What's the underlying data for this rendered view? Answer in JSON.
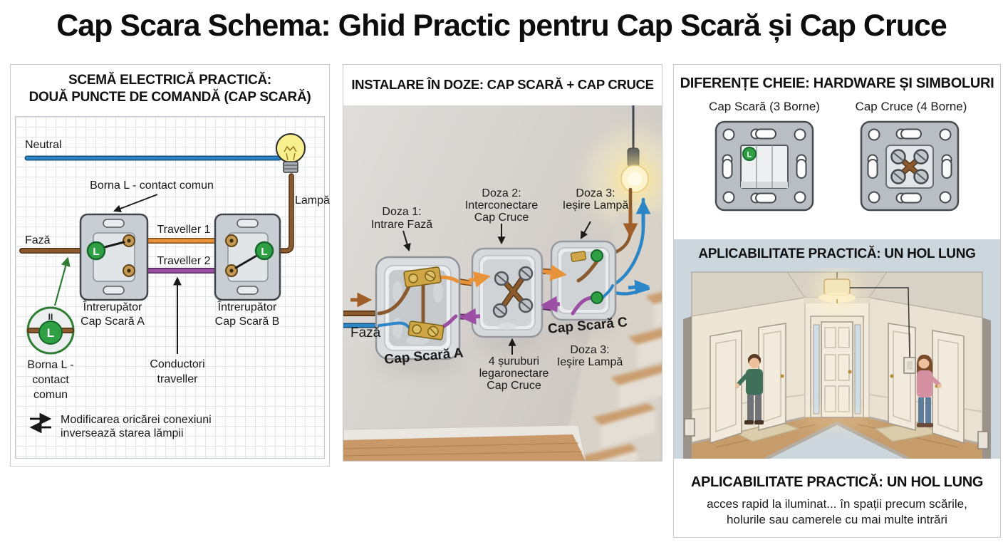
{
  "page": {
    "title": "Cap Scara Schema: Ghid Practic pentru Cap Scară și Cap Cruce"
  },
  "colors": {
    "wire-neutral": "#2b86c8",
    "wire-faza": "#8a5a2e",
    "wire-traveller1": "#e8923a",
    "wire-traveller2": "#9d4fa5",
    "terminal-green": "#2ea043",
    "bulb-yellow": "#f8ef8e",
    "panel-border": "#c9c9c9",
    "grid-line": "#e2e6e9",
    "hall-bg": "#ccd6dd",
    "wood": "#c79c6b"
  },
  "left_panel": {
    "title": "SCEMĂ ELECTRICĂ PRACTICĂ:\nDOUĂ PUNCTE DE COMANDĂ (CAP SCARĂ)",
    "neutral": "Neutral",
    "borna_top": "Borna L - contact comun",
    "lampa": "Lampă",
    "faza": "Fază",
    "traveller1": "Traveller 1",
    "traveller2": "Traveller 2",
    "switch_a": "Întrerupător\nCap Scară A",
    "switch_b": "Întrerupător\nCap Scară B",
    "l": "L",
    "detail_mark": "II",
    "borna_detail": "Borna L -\ncontact\ncomun",
    "conductori": "Conductori\ntraveller",
    "note": "Modificarea oricărei conexiuni\ninversează starea lămpii"
  },
  "middle_panel": {
    "title": "INSTALARE ÎN DOZE: CAP SCARĂ + CAP CRUCE",
    "doza1": "Doza 1:\nIntrare Fază",
    "doza2": "Doza 2:\nInterconectare\nCap Cruce",
    "doza3_top": "Doza 3:\nIeșire Lampă",
    "faza": "Fază",
    "cap_scara_a": "Cap Scară A",
    "suruburi": "4 șuruburi\nlegaronectare\nCap Cruce",
    "cap_scara_c": "Cap Scară C",
    "doza3_bottom": "Doza 3:\nIeşire Lampă"
  },
  "right_panel": {
    "title": "DIFERENȚE CHEIE: HARDWARE ȘI SIMBOLURI",
    "cap_scara": "Cap Scară (3 Borne)",
    "cap_cruce": "Cap Cruce (4 Borne)",
    "l": "L",
    "hol_title": "APLICABILITATE PRACTICĂ: UN HOL LUNG",
    "caption_title": "APLICABILITATE PRACTICĂ: UN HOL LUNG",
    "caption": "acces rapid la iluminat... în spații precum scările,\nholurile sau camerele cu mai multe intrări"
  }
}
